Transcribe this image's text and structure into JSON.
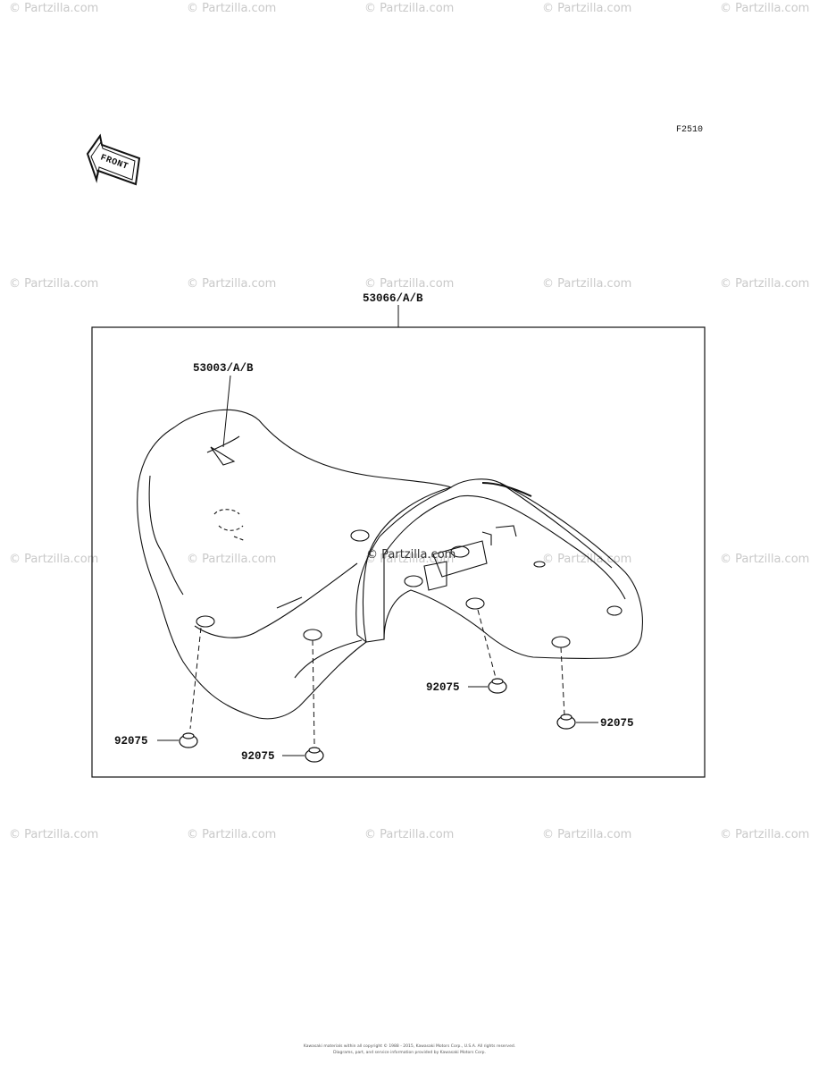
{
  "figure_code": "F2510",
  "front_arrow_label": "FRONT",
  "watermark": "© Partzilla.com",
  "center_watermark": "© Partzilla.com",
  "parts": {
    "seat_assembly": "53066/A/B",
    "seat_cover": "53003/A/B",
    "damper_label": "92075"
  },
  "copyright_lines": [
    "Kawasaki materials within all copyright © 1988 - 2015, Kawasaki Motors Corp., U.S.A. All rights reserved.",
    "Diagrams, part, and service information provided by Kawasaki Motors Corp."
  ]
}
